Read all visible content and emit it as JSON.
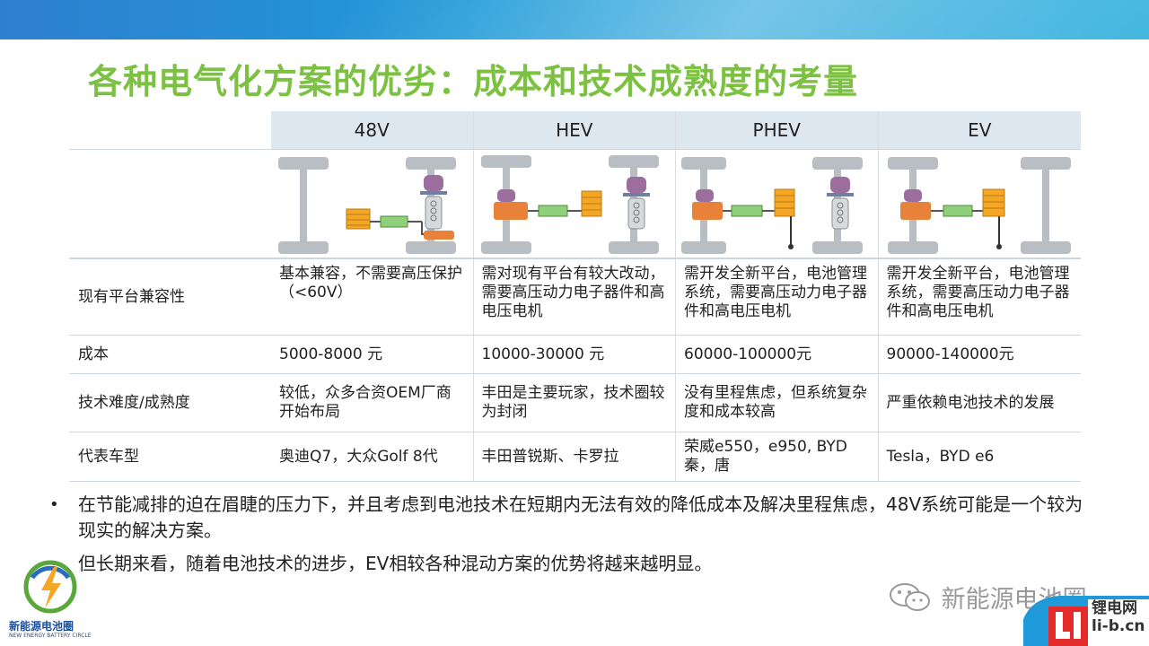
{
  "slide": {
    "title": "各种电气化方案的优劣：成本和技术成熟度的考量"
  },
  "table": {
    "columns": [
      "48V",
      "HEV",
      "PHEV",
      "EV"
    ],
    "rows": [
      {
        "label": "现有平台兼容性",
        "cells": [
          "基本兼容，不需要高压保护（<60V）",
          "需对现有平台有较大改动，需要高压动力电子器件和高电压电机",
          "需开发全新平台，电池管理系统，需要高压动力电子器件和高电压电机",
          "需开发全新平台，电池管理系统，需要高压动力电子器件和高电压电机"
        ]
      },
      {
        "label": "成本",
        "cells": [
          "5000-8000 元",
          "10000-30000 元",
          "60000-100000元",
          "90000-140000元"
        ]
      },
      {
        "label": "技术难度/成熟度",
        "cells": [
          "较低，众多合资OEM厂商开始布局",
          "丰田是主要玩家，技术圈较为封闭",
          "没有里程焦虑，但系统复杂度和成本较高",
          "严重依赖电池技术的发展"
        ]
      },
      {
        "label": "代表车型",
        "cells": [
          "奥迪Q7，大众Golf 8代",
          "丰田普锐斯、卡罗拉",
          "荣威e550，e950, BYD 秦，唐",
          "Tesla，BYD e6"
        ]
      }
    ]
  },
  "bullets": [
    "在节能减排的迫在眉睫的压力下，并且考虑到电池技术在短期内无法有效的降低成本及解决里程焦虑，48V系统可能是一个较为现实的解决方案。",
    "但长期来看，随着电池技术的进步，EV相较各种混动方案的优势将越来越明显。"
  ],
  "bullet_symbol": "•",
  "logo": {
    "name": "新能源电池圈",
    "sub": "NEW ENERGY BATTERY CIRCLE"
  },
  "watermark": {
    "text": "新能源电池圈",
    "icon": "wechat-icon"
  },
  "corner_brand": {
    "line1": "锂电网",
    "line2": "li-b.cn"
  },
  "colors": {
    "title": "#7cc142",
    "header_bg": "#dde7ef",
    "battery": "#f5a623",
    "motor": "#e8823a",
    "inverter": "#8fd17a",
    "engine": "#9b6e9e"
  }
}
